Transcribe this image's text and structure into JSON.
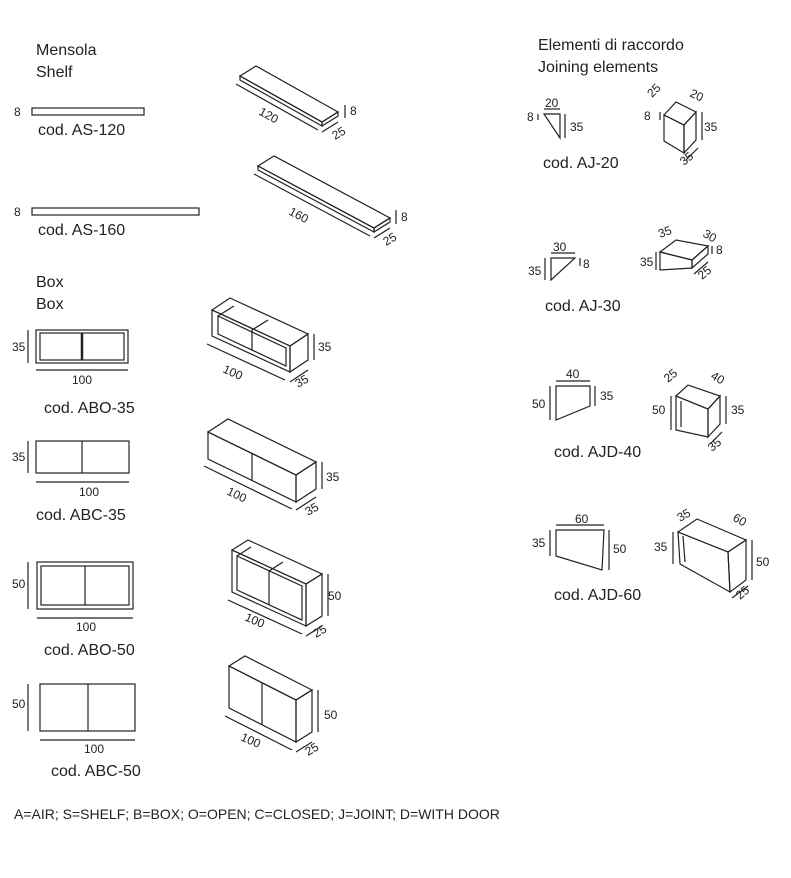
{
  "shelf_section": {
    "title_it": "Mensola",
    "title_en": "Shelf"
  },
  "box_section": {
    "title_it": "Box",
    "title_en": "Box"
  },
  "joining_section": {
    "title_it": "Elementi di raccordo",
    "title_en": "Joining elements"
  },
  "items": {
    "as120": {
      "code": "cod. AS-120",
      "h": "8",
      "len": "120",
      "depth": "25"
    },
    "as160": {
      "code": "cod. AS-160",
      "h": "8",
      "len": "160",
      "depth": "25"
    },
    "abo35": {
      "code": "cod. ABO-35",
      "h": "35",
      "w": "100",
      "depth": "35"
    },
    "abc35": {
      "code": "cod. ABC-35",
      "h": "35",
      "w": "100",
      "depth": "35"
    },
    "abo50": {
      "code": "cod. ABO-50",
      "h": "50",
      "w": "100",
      "depth": "25"
    },
    "abc50": {
      "code": "cod. ABC-50",
      "h": "50",
      "w": "100",
      "depth": "25"
    },
    "aj20": {
      "code": "cod. AJ-20",
      "top": "20",
      "left": "8",
      "right": "35",
      "iso_a": "25",
      "iso_b": "20",
      "iso_h": "35",
      "iso_d": "35",
      "iso_l": "8"
    },
    "aj30": {
      "code": "cod. AJ-30",
      "top": "30",
      "left": "35",
      "right": "8",
      "iso_a": "35",
      "iso_b": "30",
      "iso_h": "8",
      "iso_d": "25",
      "iso_l": "35"
    },
    "ajd40": {
      "code": "cod. AJD-40",
      "top": "40",
      "left": "50",
      "right": "35",
      "iso_a": "25",
      "iso_b": "40",
      "iso_h": "35",
      "iso_d": "35",
      "iso_l": "50"
    },
    "ajd60": {
      "code": "cod. AJD-60",
      "top": "60",
      "left": "35",
      "right": "50",
      "iso_a": "35",
      "iso_b": "60",
      "iso_h": "50",
      "iso_d": "25",
      "iso_l": "35"
    }
  },
  "legend": "A=AIR; S=SHELF; B=BOX; O=OPEN; C=CLOSED; J=JOINT; D=WITH DOOR"
}
